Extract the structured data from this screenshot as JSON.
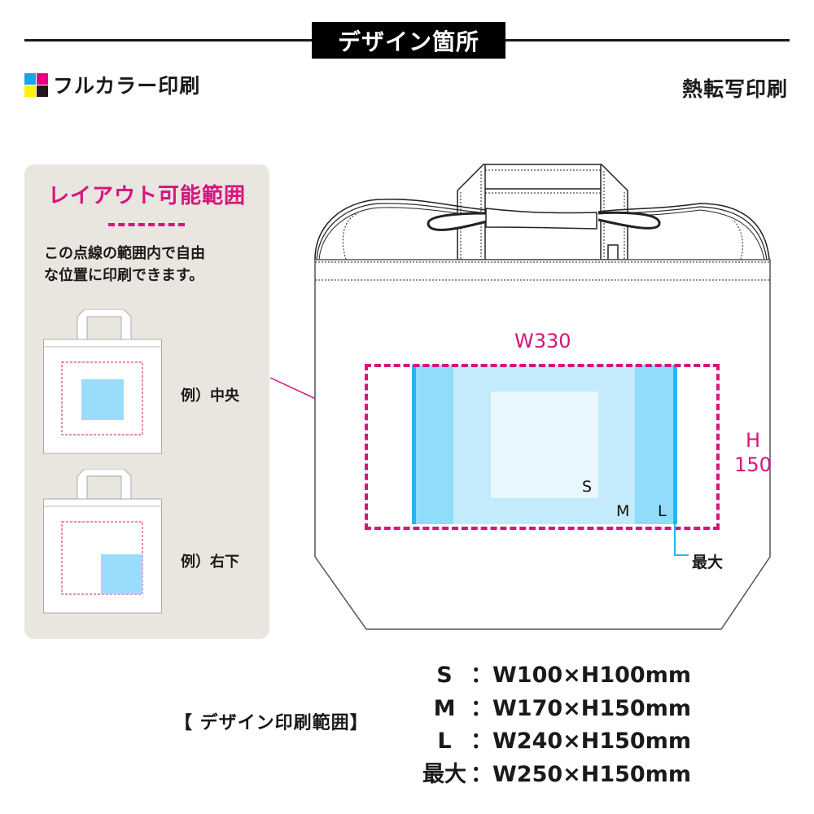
{
  "header": {
    "title": "デザイン箇所"
  },
  "print_methods": {
    "left": {
      "label": "フルカラー印刷",
      "icon": "cmyk-squares-icon",
      "colors": [
        "#1aa3e8",
        "#e4007f",
        "#fff100",
        "#231815"
      ]
    },
    "right": {
      "label": "熱転写印刷"
    }
  },
  "layout_panel": {
    "title": "レイアウト可能範囲",
    "description_line1": "この点線の範囲内で自由",
    "description_line2": "な位置に印刷できます。",
    "examples": [
      {
        "label": "例）中央"
      },
      {
        "label": "例）右下"
      }
    ],
    "colors": {
      "background": "#e9e6df",
      "accent": "#d6137e",
      "fill": "#99ddfb"
    }
  },
  "diagram": {
    "width_label": "W330",
    "height_label_line1": "H",
    "height_label_line2": "150",
    "sizes": {
      "s": "S",
      "m": "M",
      "l": "L"
    },
    "max_label": "最大",
    "colors": {
      "dash": "#d6137e",
      "s_fill": "#e8f7fd",
      "m_fill": "#c4ebfb",
      "l_fill": "#8fdcfb",
      "max_line": "#26b6f3"
    }
  },
  "print_range": {
    "title": "【 デザイン印刷範囲】",
    "rows": [
      {
        "key": "S",
        "value": "：W100×H100mm"
      },
      {
        "key": "M",
        "value": "：W170×H150mm"
      },
      {
        "key": "L",
        "value": "：W240×H150mm"
      },
      {
        "key": "最大",
        "value": "：W250×H150mm"
      }
    ]
  }
}
